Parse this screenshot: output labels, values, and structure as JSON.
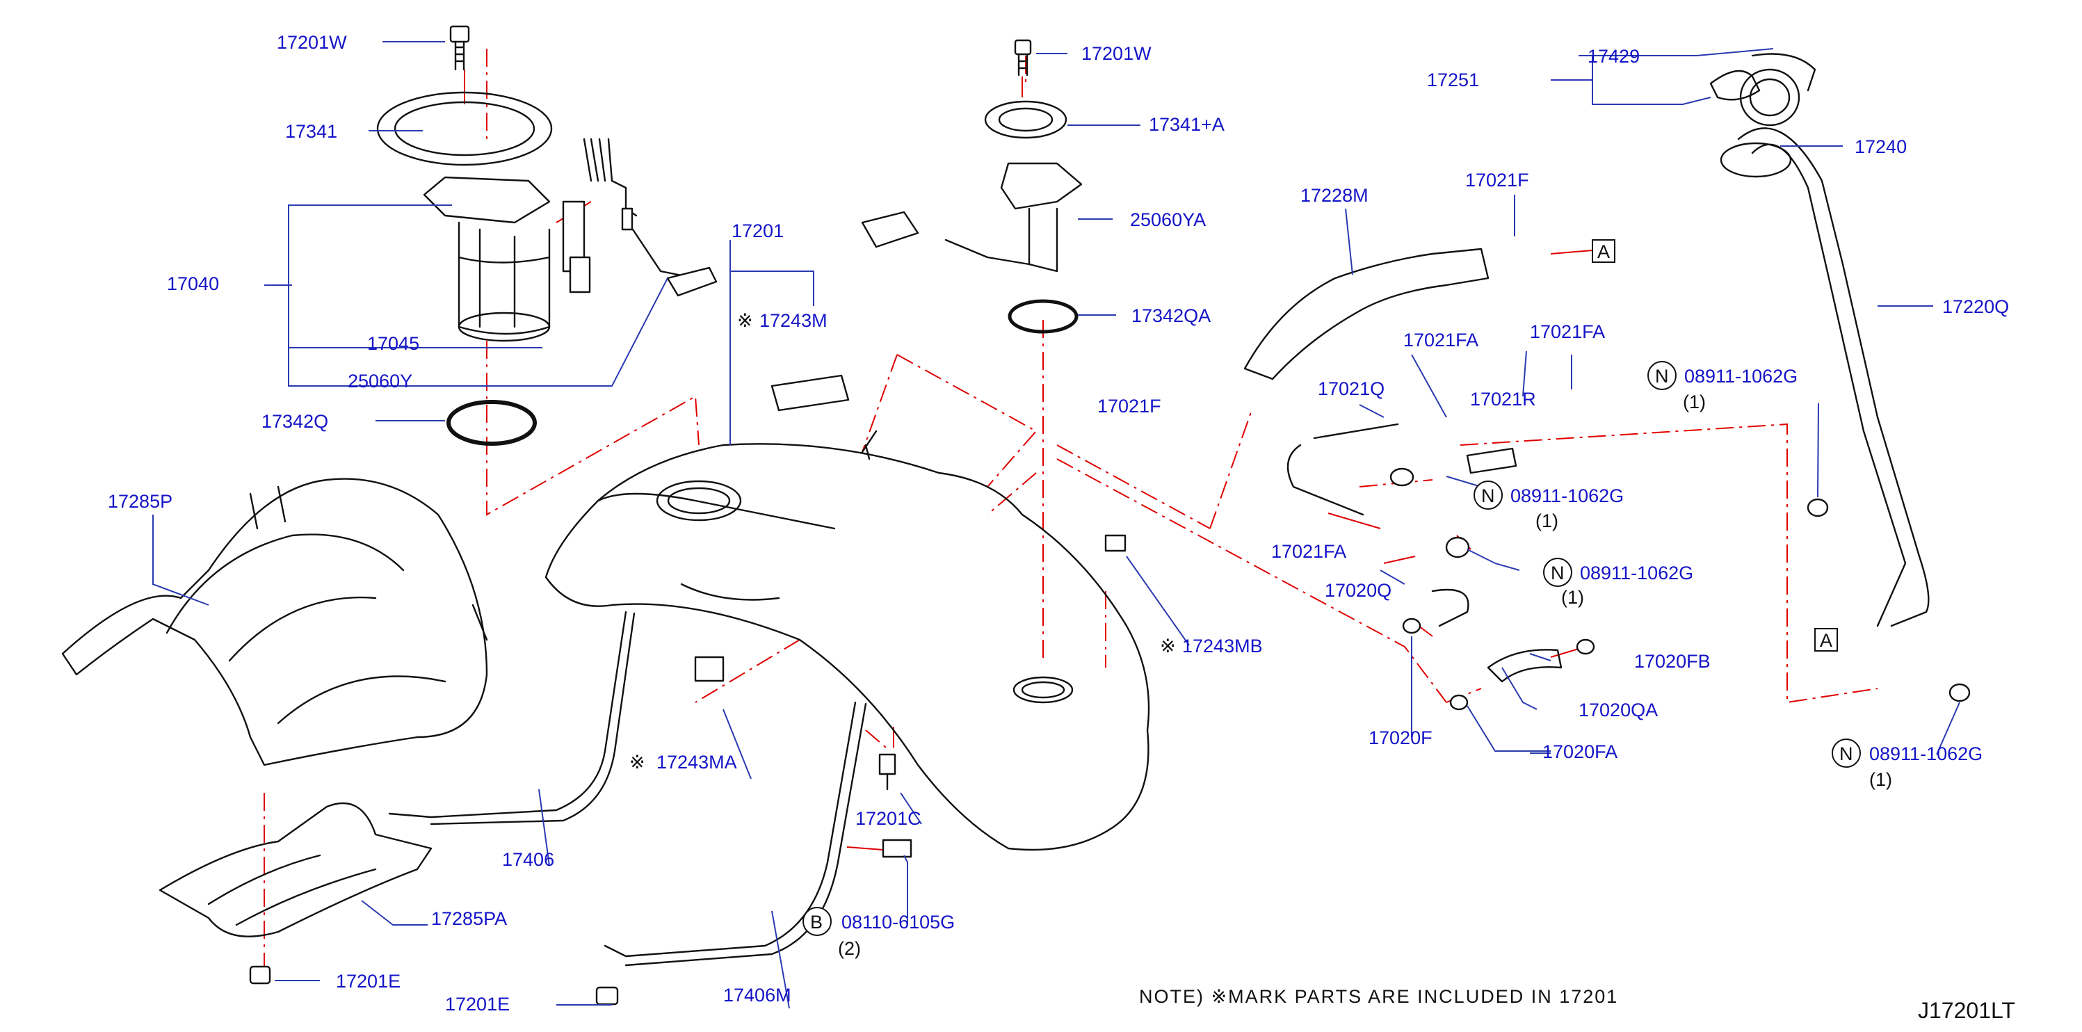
{
  "labels": {
    "p17201w_a": "17201W",
    "p17341": "17341",
    "p17040": "17040",
    "p17045": "17045",
    "p25060y": "25060Y",
    "p17342q": "17342Q",
    "p17285p": "17285P",
    "p17201": "17201",
    "p17243m": "17243M",
    "p17201w_b": "17201W",
    "p17341a": "17341+A",
    "p25060ya": "25060YA",
    "p17342qa": "17342QA",
    "p17228m": "17228M",
    "p17021f_a": "17021F",
    "p17021f_b": "17021F",
    "p17021fa_a": "17021FA",
    "p17021fa_b": "17021FA",
    "p17021q": "17021Q",
    "p17021r": "17021R",
    "p17021fa_c": "17021FA",
    "p17020q": "17020Q",
    "p17243mb": "17243MB",
    "p17243ma": "17243MA",
    "p17406": "17406",
    "p17285pa": "17285PA",
    "p17201e_a": "17201E",
    "p17201e_b": "17201E",
    "p17201c": "17201C",
    "p08110": "08110-6105G",
    "p08110_qty": "(2)",
    "p17406m": "17406M",
    "p17251": "17251",
    "p17429": "17429",
    "p17240": "17240",
    "p17220q": "17220Q",
    "p08911_a": "08911-1062G",
    "p08911_a_qty": "(1)",
    "p08911_b": "08911-1062G",
    "p08911_b_qty": "(1)",
    "p08911_c": "08911-1062G",
    "p08911_c_qty": "(1)",
    "p08911_d": "08911-1062G",
    "p08911_d_qty": "(1)",
    "p17020fb": "17020FB",
    "p17020qa": "17020QA",
    "p17020f": "17020F",
    "p17020fa": "17020FA"
  },
  "markers": {
    "kome": "※",
    "n": "N",
    "b": "B",
    "a": "A"
  },
  "note": "NOTE) ※MARK PARTS ARE INCLUDED IN 17201",
  "diagram_code": "J17201LT",
  "colors": {
    "label": "#1414c8",
    "leader": "#2a3ab0",
    "reference_line": "#e00000",
    "part_outline": "#111111"
  }
}
